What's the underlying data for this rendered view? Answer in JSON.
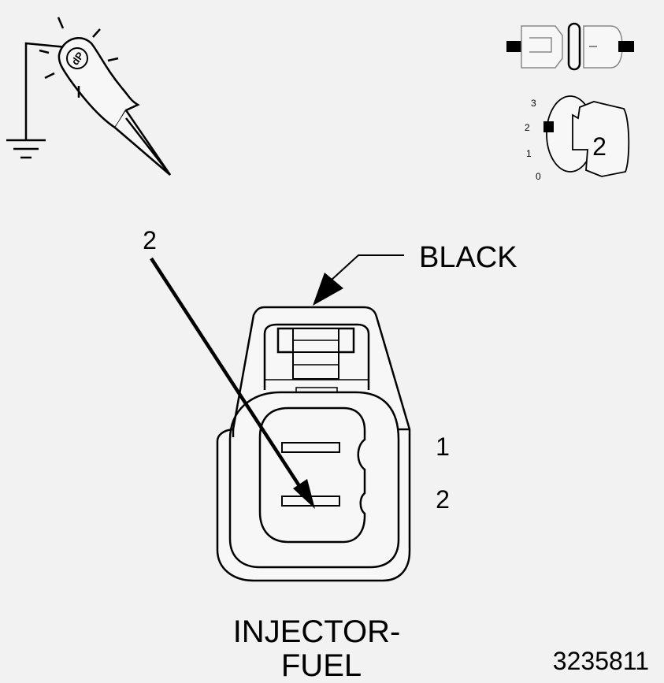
{
  "test_light": {
    "badge": "dP"
  },
  "ignition": {
    "positions": [
      "3",
      "2",
      "1",
      "0"
    ],
    "selected_position": "2"
  },
  "callouts": {
    "pin_pointer_label": "2",
    "color_label": "BLACK"
  },
  "connector": {
    "pins": [
      {
        "number": "1"
      },
      {
        "number": "2"
      }
    ],
    "caption_line1": "INJECTOR-",
    "caption_line2": "FUEL"
  },
  "figure_number": "3235811",
  "colors": {
    "background": "#f2f2f2",
    "line": "#000000",
    "body_fill": "#f7f7f7"
  }
}
